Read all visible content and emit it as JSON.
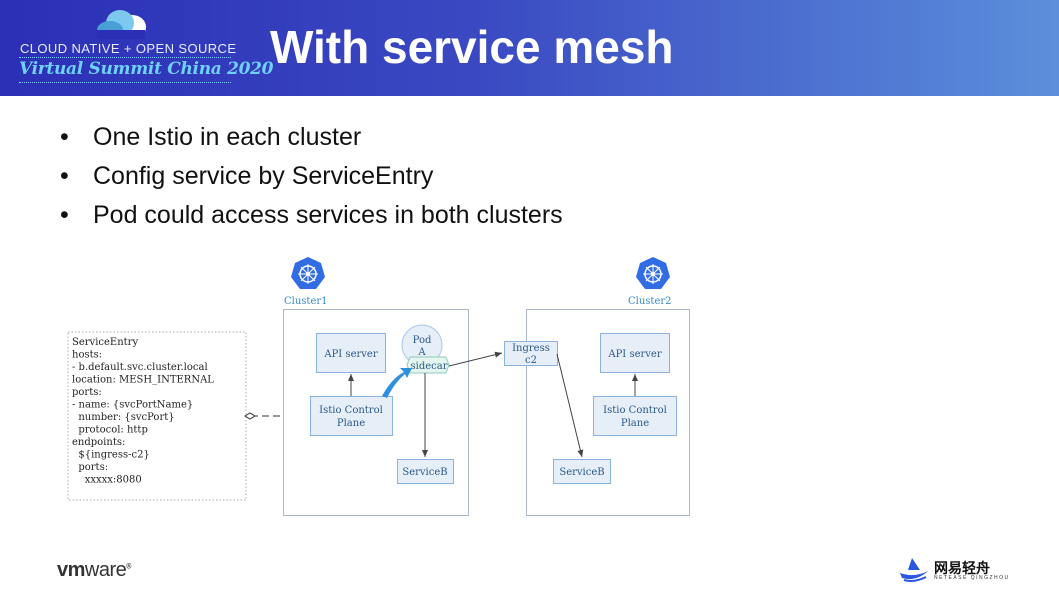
{
  "header": {
    "logo_line1": "CLOUD NATIVE + OPEN SOURCE",
    "logo_line2": "Virtual Summit China 2020",
    "title": "With service mesh",
    "colors": {
      "gradient_start": "#2b2fb6",
      "gradient_end": "#5b8fdb"
    }
  },
  "bullets": [
    "One Istio in each cluster",
    "Config service by ServiceEntry",
    "Pod could access services in both clusters"
  ],
  "diagram": {
    "service_entry_lines": [
      "ServiceEntry",
      "hosts:",
      "- b.default.svc.cluster.local",
      "location: MESH_INTERNAL",
      "ports:",
      "- name: {svcPortName}",
      "  number: {svcPort}",
      "  protocol: http",
      "endpoints:",
      "  ${ingress-c2}",
      "  ports:",
      "    xxxxx:8080"
    ],
    "cluster1": {
      "label": "Cluster1",
      "api_server": "API server",
      "istio_line1": "Istio Control",
      "istio_line2": "Plane",
      "pod_line1": "Pod",
      "pod_line2": "A",
      "sidecar": "sidecar",
      "service": "ServiceB"
    },
    "cluster2": {
      "label": "Cluster2",
      "ingress_line1": "Ingress",
      "ingress_line2": "c2",
      "api_server": "API server",
      "istio_line1": "Istio Control",
      "istio_line2": "Plane",
      "service": "ServiceB"
    }
  },
  "footer": {
    "vmware_logo": "vmware",
    "netease_logo_cn": "网易轻舟",
    "netease_logo_en": "NETEASE QINGZHOU"
  }
}
